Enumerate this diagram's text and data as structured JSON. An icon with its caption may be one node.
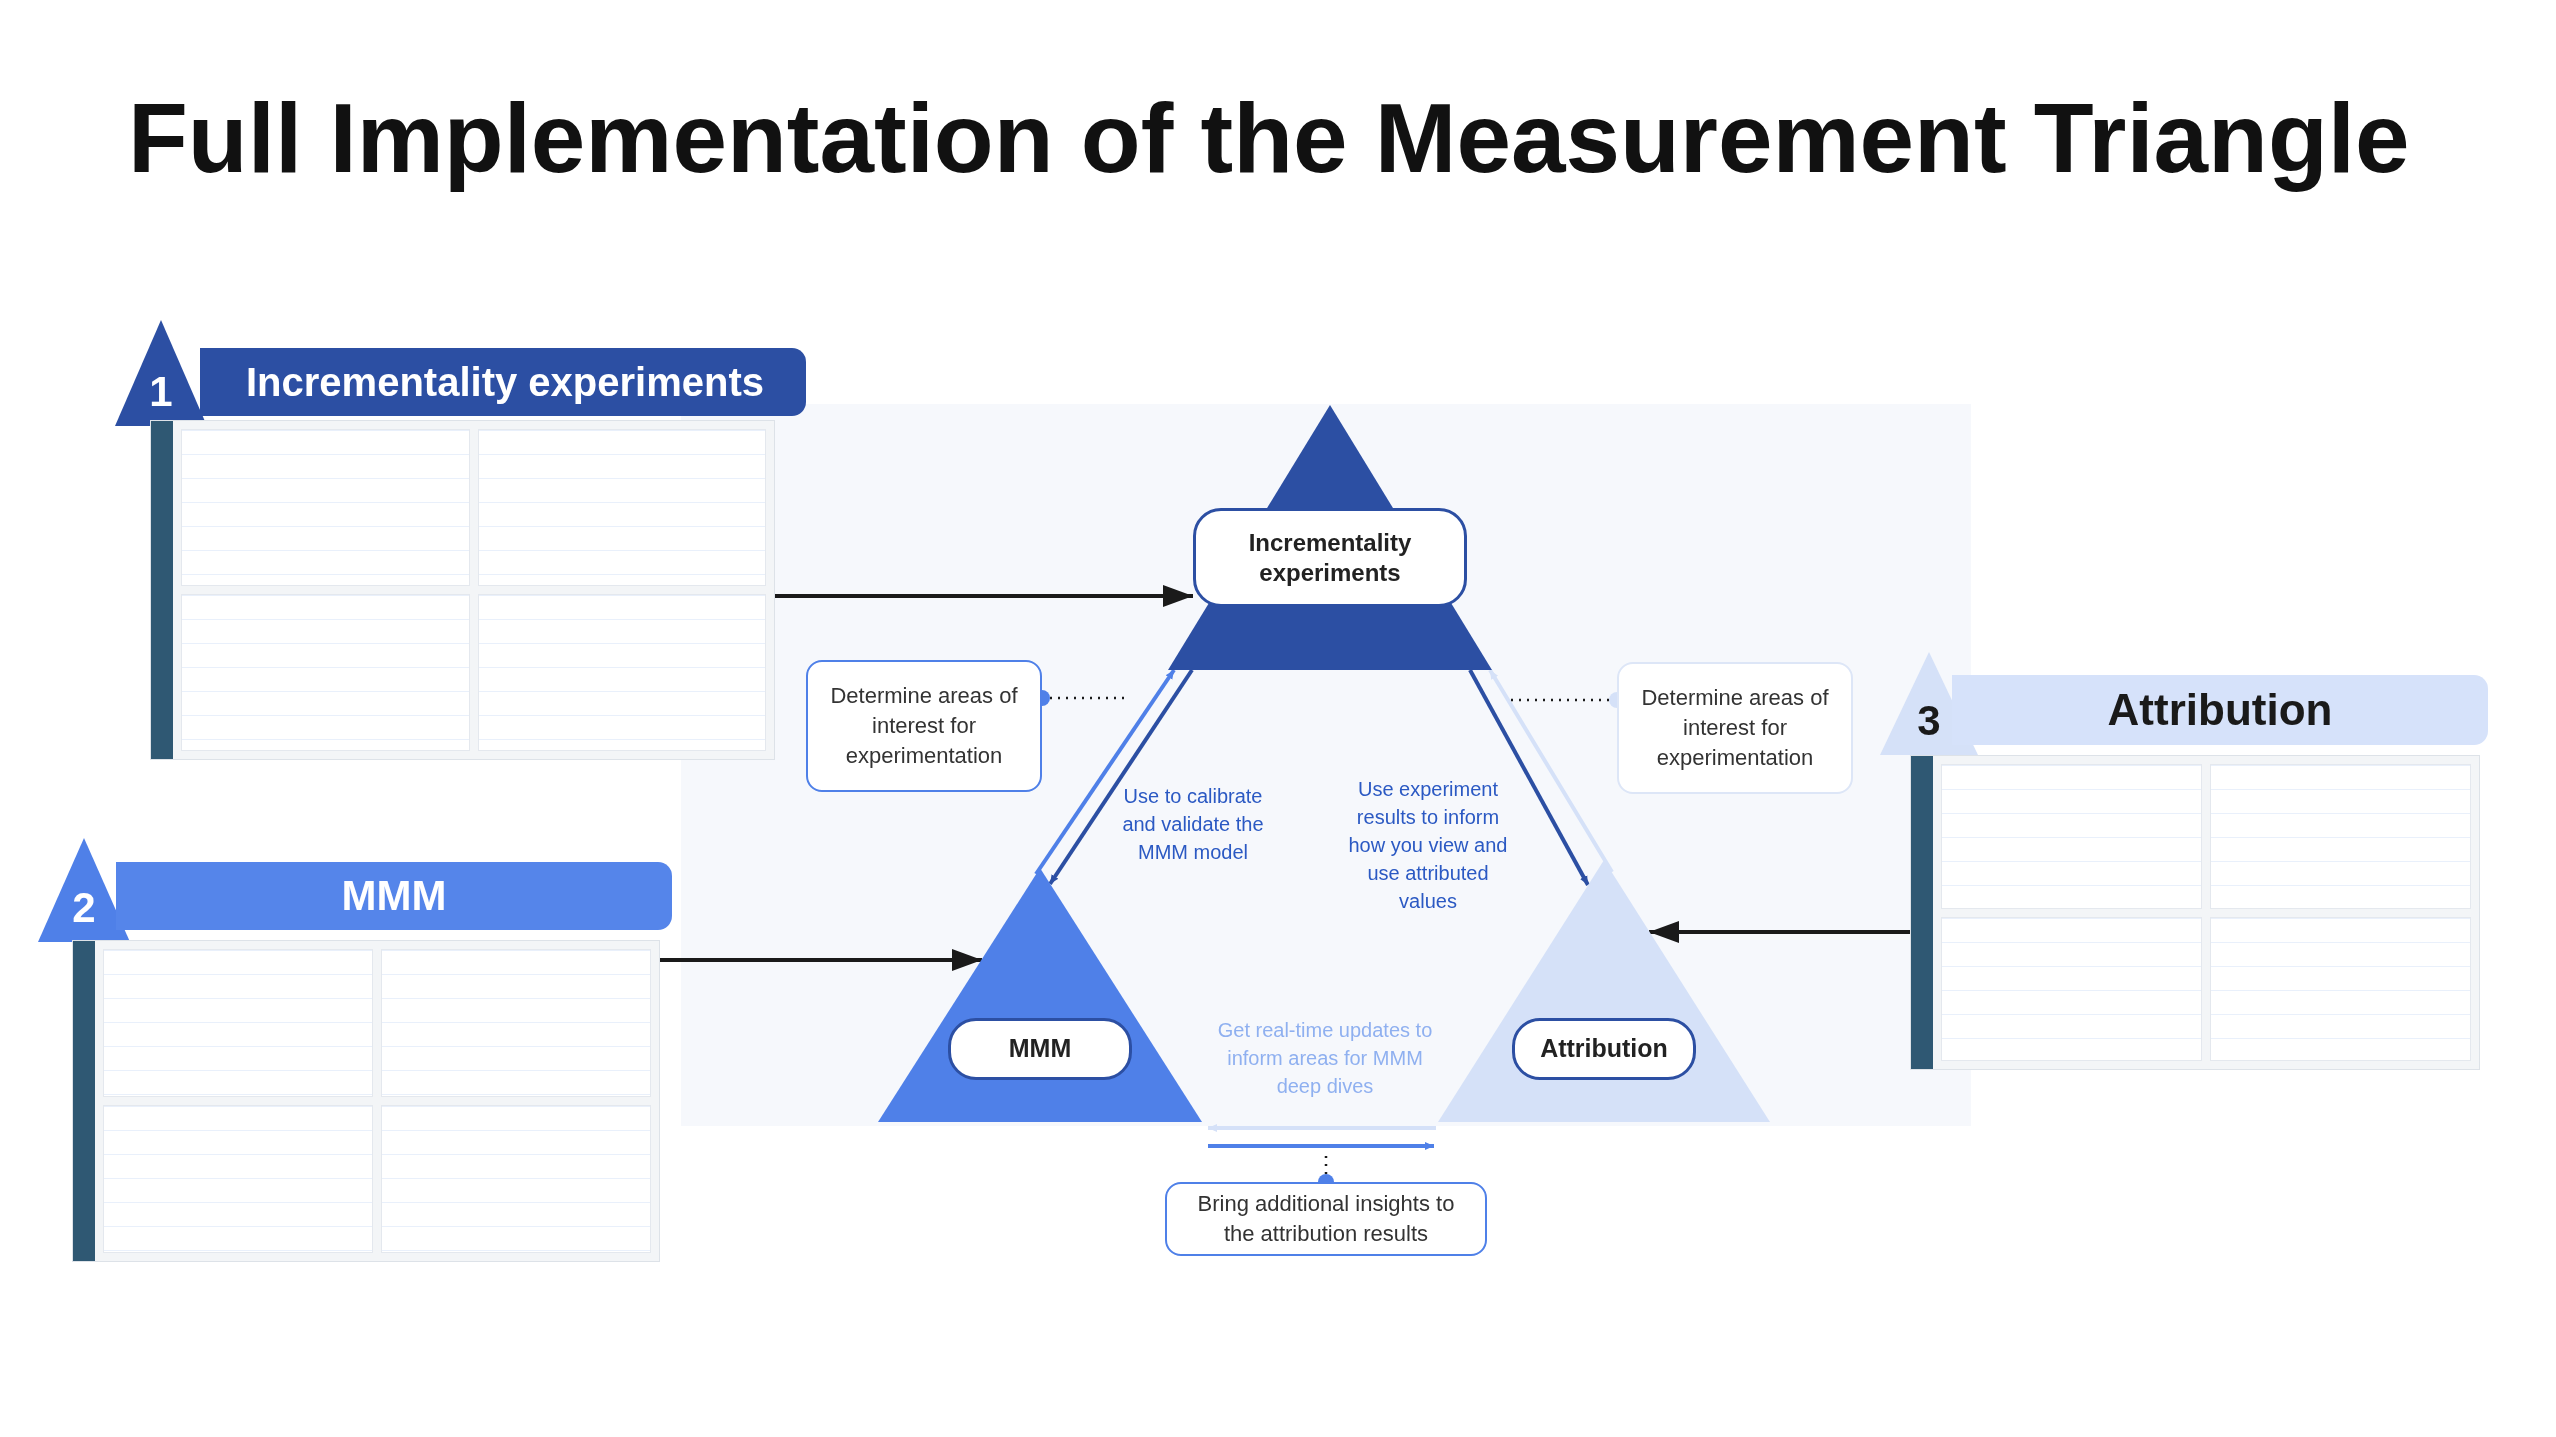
{
  "diagram": {
    "title": "Full Implementation of the Measurement Triangle",
    "nodes": [
      {
        "text": [
          "1"
        ]
      },
      {
        "text": [
          "Incrementality experiments"
        ]
      },
      {
        "text": [],
        "shape": "picture"
      },
      {
        "text": [
          "2"
        ]
      },
      {
        "text": [
          "MMM"
        ]
      },
      {
        "text": [],
        "shape": "picture"
      },
      {
        "text": [
          "Incrementality experiments"
        ]
      },
      {
        "text": [
          "Determine areas of interest for experimentation"
        ]
      },
      {
        "text": [
          "Determine areas of interest for experimentation"
        ]
      },
      {
        "text": [
          "3"
        ]
      },
      {
        "text": [
          "Attribution"
        ]
      },
      {
        "text": [],
        "shape": "picture"
      },
      {
        "text": [
          "MMM"
        ]
      },
      {
        "text": [
          "Attribution"
        ]
      },
      {
        "text": [
          "Bring additional insights to the attribution results"
        ]
      }
    ],
    "edges": [
      {
        "from": 2,
        "to": 6,
        "arrow": "to"
      },
      {
        "from": 5,
        "to": 12,
        "arrow": "to"
      },
      {
        "from": 11,
        "to": 13,
        "arrow": "to"
      },
      {
        "from": 12,
        "to": 6,
        "arrow": "to",
        "color": "#4f80e8"
      },
      {
        "from": 6,
        "to": 12,
        "arrow": "to",
        "color": "#2c4fa3"
      },
      {
        "from": 6,
        "to": 13,
        "arrow": "to",
        "color": "#2c4fa3"
      },
      {
        "from": 13,
        "to": 6,
        "arrow": "to",
        "color": "#d5e1f8"
      },
      {
        "from": 13,
        "to": 12,
        "arrow": "to",
        "color": "#d5e1f8"
      },
      {
        "from": 12,
        "to": 13,
        "arrow": "to",
        "color": "#4f80e8"
      },
      {
        "from": 7,
        "to": null,
        "arrow": "other",
        "style": "dashed"
      },
      {
        "from": 8,
        "to": null,
        "arrow": "other",
        "style": "dashed"
      },
      {
        "from": 14,
        "to": null,
        "arrow": "other",
        "style": "dashed"
      }
    ],
    "labels": [
      "Use to calibrate and validate the MMM model",
      "Use experiment results to inform how you view and use attributed values",
      "Get real-time updates to inform areas for MMM deep dives"
    ]
  }
}
